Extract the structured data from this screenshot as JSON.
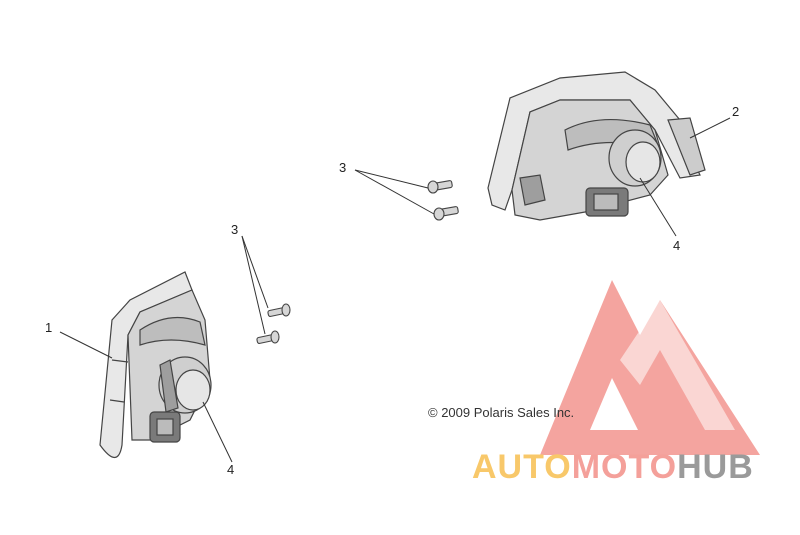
{
  "callouts": {
    "c1": "1",
    "c2": "2",
    "c3a": "3",
    "c3b": "3",
    "c4a": "4",
    "c4b": "4"
  },
  "copyright": "© 2009 Polaris Sales Inc.",
  "watermark": {
    "part1": "AUTO",
    "part2": "MOTO",
    "part3": "HUB",
    "colors": {
      "auto": "#f8c86a",
      "moto": "#f4a09a",
      "hub": "#9a9a9a",
      "logo": "#f4a09a"
    }
  }
}
